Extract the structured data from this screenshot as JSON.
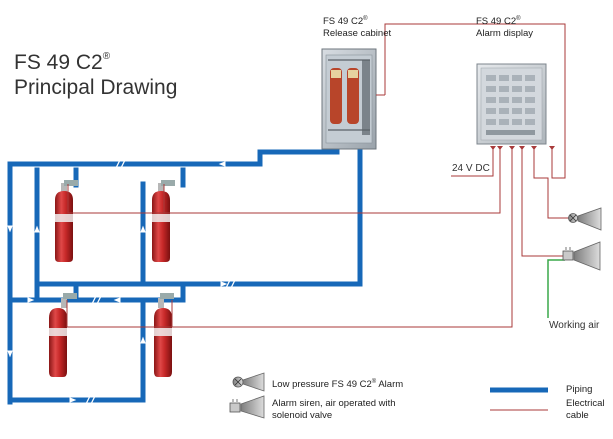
{
  "title": {
    "line1_prefix": "FS 49 C2",
    "line1_reg": "®",
    "line2": "Principal Drawing"
  },
  "release_cabinet": {
    "line1_prefix": "FS 49 C2",
    "line1_reg": "®",
    "line2": "Release cabinet"
  },
  "alarm_display": {
    "line1_prefix": "FS 49 C2",
    "line1_reg": "®",
    "line2": "Alarm display"
  },
  "power_label": "24 V DC",
  "air_label": "Working air",
  "legend": {
    "low_pressure": {
      "prefix": "Low pressure FS 49 C2",
      "reg": "®",
      "suffix": " Alarm"
    },
    "siren": {
      "line1": "Alarm siren, air operated with",
      "line2": "solenoid valve"
    },
    "piping": "Piping",
    "cable": {
      "line1": "Electrical",
      "line2": "cable"
    }
  },
  "colors": {
    "pipe": "#1768b8",
    "cable": "#a83a3a",
    "air_line": "#3aa84a",
    "cylinder": "#c62828",
    "text": "#333333"
  }
}
